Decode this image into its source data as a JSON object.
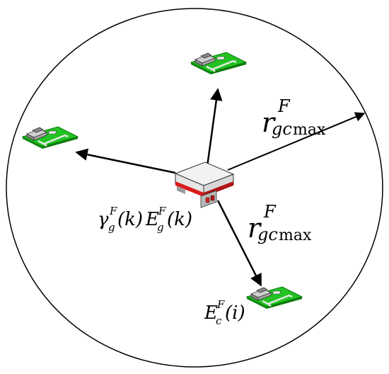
{
  "diagram": {
    "labels": {
      "radius_upper": {
        "base": "r",
        "sup": "F",
        "sub_italic": "gc",
        "sub_upright": "max"
      },
      "radius_lower": {
        "base": "r",
        "sup": "F",
        "sub_italic": "gc",
        "sub_upright": "max"
      },
      "base_station_energy": {
        "gamma_base": "γ",
        "gamma_sup": "F",
        "gamma_sub": "g",
        "paren1": "(k)",
        "e_base": "E",
        "e_sup": "F",
        "e_sub": "g",
        "paren2": "(k)"
      },
      "client_energy": {
        "base": "E",
        "sup": "F",
        "sub": "c",
        "paren": "(i)"
      }
    },
    "colors": {
      "circle_stroke": "#000000",
      "board_green": "#22c322",
      "base_red": "#d91c1c",
      "device_gray": "#b8b8b8"
    },
    "icons": {
      "base_station": "base-station-icon",
      "client_device": "client-device-icon"
    }
  }
}
